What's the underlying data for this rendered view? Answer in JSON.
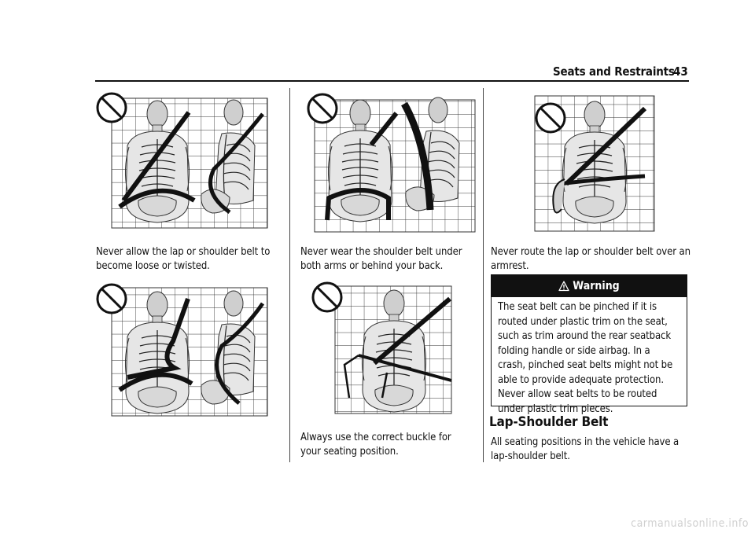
{
  "header": {
    "section_title": "Seats and Restraints",
    "page_number": "43"
  },
  "captions": {
    "loose_twisted": "Never allow the lap or shoulder belt to become loose or twisted.",
    "under_arms": "Never wear the shoulder belt under both arms or behind your back.",
    "correct_buckle": "Always use the correct buckle for your seating position.",
    "armrest": "Never route the lap or shoulder belt over an armrest."
  },
  "warning": {
    "icon": "warning-triangle-icon",
    "title": "Warning",
    "text": "The seat belt can be pinched if it is routed under plastic trim on the seat, such as trim around the rear seatback folding handle or side airbag. In a crash, pinched seat belts might not be able to provide adequate protection. Never allow seat belts to be routed under plastic trim pieces."
  },
  "section": {
    "title": "Lap-Shoulder Belt",
    "body": "All seating positions in the vehicle have a lap-shoulder belt."
  },
  "watermark": "carmanualsonline.info"
}
